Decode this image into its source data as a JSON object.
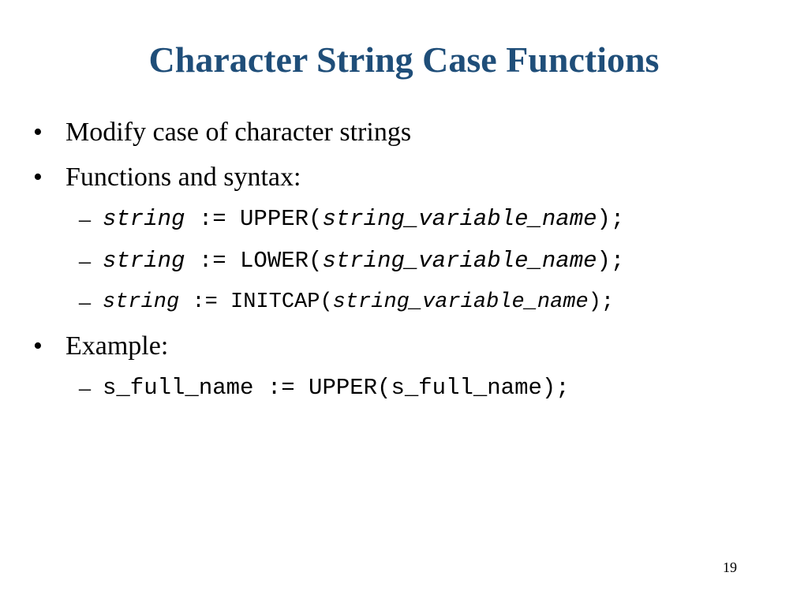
{
  "slide": {
    "title": "Character String Case Functions",
    "page_number": "19"
  },
  "bullets": {
    "b1": "Modify case of character strings",
    "b2": "Functions and syntax:",
    "b3": "Example:",
    "dot": "•",
    "dash": "–"
  },
  "syntax": {
    "upper": {
      "var": "string",
      "op": " := UPPER(",
      "arg": "string_variable_name",
      "end": ");"
    },
    "lower": {
      "var": "string",
      "op": " := LOWER(",
      "arg": "string_variable_name",
      "end": ");"
    },
    "initcap": {
      "var": "string",
      "op": " := INITCAP(",
      "arg": "string_variable_name",
      "end": ");"
    }
  },
  "example": {
    "code": "s_full_name := UPPER(s_full_name);"
  },
  "colors": {
    "title": "#1f4e79",
    "text": "#000000",
    "background": "#ffffff"
  }
}
